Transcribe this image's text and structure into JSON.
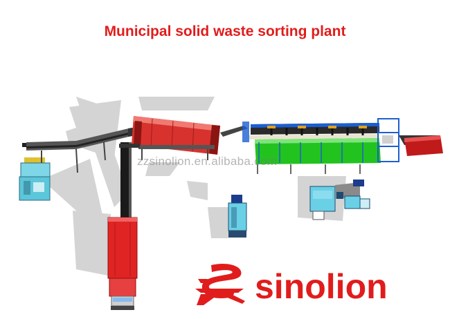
{
  "diagram": {
    "title": "Municipal solid waste sorting plant",
    "watermark": "zzsinolion.en.alibaba.com",
    "brand": {
      "name": "sinolion",
      "logo_icon": "sinolion-logo-icon"
    },
    "components": [
      {
        "id": "feeder-station",
        "icon": "hopper-feeder-icon"
      },
      {
        "id": "incline-conveyor",
        "icon": "belt-conveyor-icon"
      },
      {
        "id": "trommel-screen",
        "icon": "rotary-drum-icon"
      },
      {
        "id": "sorting-platform",
        "icon": "sorting-line-icon"
      },
      {
        "id": "discharge-container",
        "icon": "container-icon"
      },
      {
        "id": "vertical-conveyor",
        "icon": "vertical-conveyor-icon"
      },
      {
        "id": "truck",
        "icon": "truck-icon"
      },
      {
        "id": "baler-machine",
        "icon": "baler-icon"
      },
      {
        "id": "shredder-machine",
        "icon": "shredder-icon"
      }
    ],
    "colors": {
      "title": "#e11c1c",
      "trommel": "#d8322e",
      "sorting_frame": "#1c5fd1",
      "platform_green": "#22c31e",
      "container": "#c01a1a",
      "truck": "#e02424",
      "machine_cyan": "#6ad0e6",
      "shadow": "#d2d2d2"
    }
  }
}
